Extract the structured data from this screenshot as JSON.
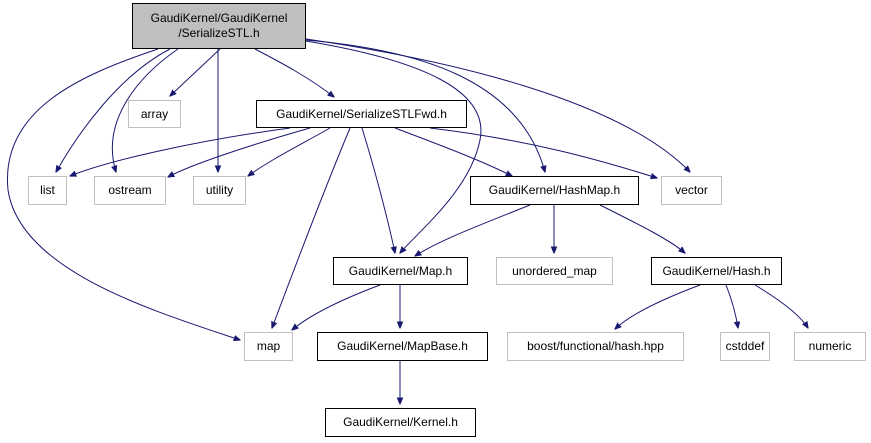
{
  "title": "GaudiKernel/GaudiKernel/SerializeSTL.h include dependency graph",
  "colors": {
    "edge": "#191970",
    "root_fill": "#bfbfbf",
    "internal_border": "#000000",
    "external_border": "#bfbfbf"
  },
  "nodes": {
    "root": {
      "label_line1": "GaudiKernel/GaudiKernel",
      "label_line2": "/SerializeSTL.h",
      "kind": "root"
    },
    "array": {
      "label": "array",
      "kind": "external"
    },
    "fwd": {
      "label": "GaudiKernel/SerializeSTLFwd.h",
      "kind": "internal"
    },
    "list": {
      "label": "list",
      "kind": "external"
    },
    "ostream": {
      "label": "ostream",
      "kind": "external"
    },
    "utility": {
      "label": "utility",
      "kind": "external"
    },
    "hashmap": {
      "label": "GaudiKernel/HashMap.h",
      "kind": "internal"
    },
    "vector": {
      "label": "vector",
      "kind": "external"
    },
    "maph": {
      "label": "GaudiKernel/Map.h",
      "kind": "internal"
    },
    "unordered": {
      "label": "unordered_map",
      "kind": "external"
    },
    "hash": {
      "label": "GaudiKernel/Hash.h",
      "kind": "internal"
    },
    "map": {
      "label": "map",
      "kind": "external"
    },
    "mapbase": {
      "label": "GaudiKernel/MapBase.h",
      "kind": "internal"
    },
    "boosthash": {
      "label": "boost/functional/hash.hpp",
      "kind": "external"
    },
    "cstddef": {
      "label": "cstddef",
      "kind": "external"
    },
    "numeric": {
      "label": "numeric",
      "kind": "external"
    },
    "kernel": {
      "label": "GaudiKernel/Kernel.h",
      "kind": "internal"
    }
  },
  "edges": [
    [
      "root",
      "array"
    ],
    [
      "root",
      "fwd"
    ],
    [
      "root",
      "list"
    ],
    [
      "root",
      "ostream"
    ],
    [
      "root",
      "utility"
    ],
    [
      "root",
      "map"
    ],
    [
      "root",
      "maph"
    ],
    [
      "root",
      "hashmap"
    ],
    [
      "root",
      "vector"
    ],
    [
      "fwd",
      "list"
    ],
    [
      "fwd",
      "ostream"
    ],
    [
      "fwd",
      "utility"
    ],
    [
      "fwd",
      "map"
    ],
    [
      "fwd",
      "maph"
    ],
    [
      "fwd",
      "hashmap"
    ],
    [
      "fwd",
      "vector"
    ],
    [
      "hashmap",
      "maph"
    ],
    [
      "hashmap",
      "unordered"
    ],
    [
      "hashmap",
      "hash"
    ],
    [
      "maph",
      "map"
    ],
    [
      "maph",
      "mapbase"
    ],
    [
      "hash",
      "boosthash"
    ],
    [
      "hash",
      "cstddef"
    ],
    [
      "hash",
      "numeric"
    ],
    [
      "mapbase",
      "kernel"
    ]
  ]
}
